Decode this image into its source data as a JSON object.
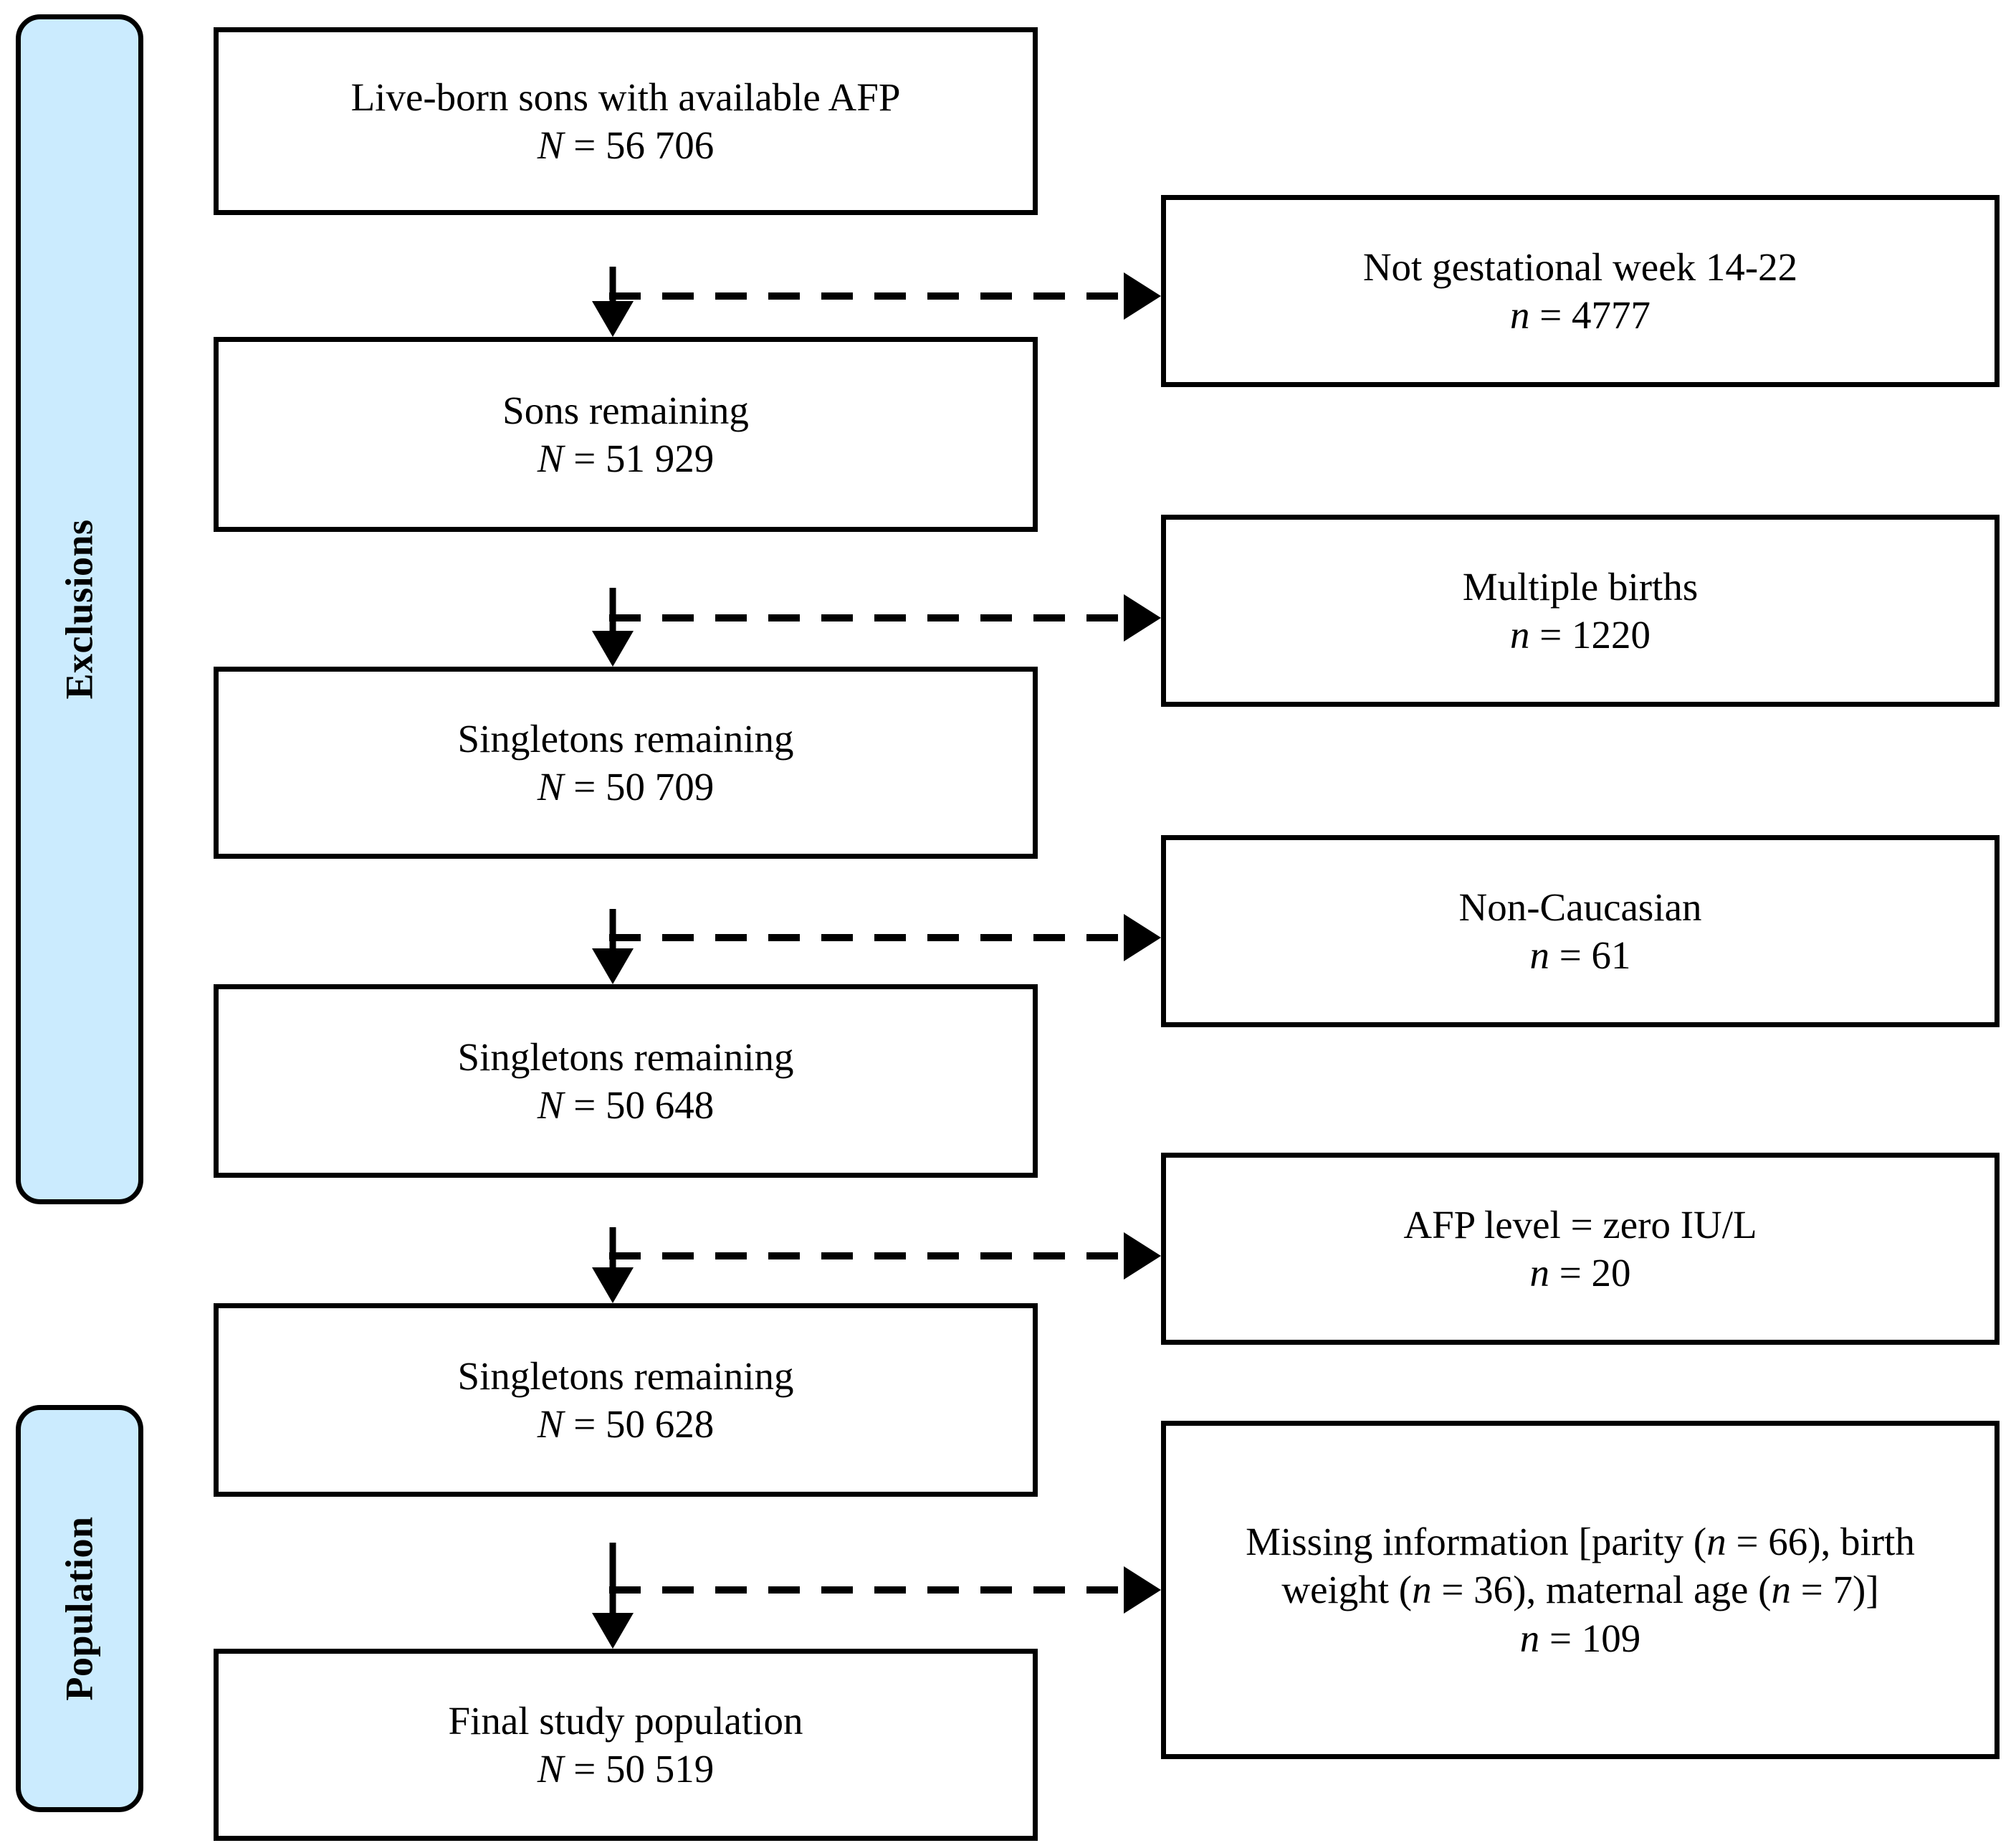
{
  "figure": {
    "kind": "study-flow-diagram",
    "accent_color": "#cbebfe",
    "line_color": "#000000",
    "background_color": "#ffffff"
  },
  "side_categories": [
    {
      "label": "Exclusions"
    },
    {
      "label": "Population"
    }
  ],
  "flow_nodes": [
    {
      "id": "node-live-born",
      "title": "Live-born sons with available AFP",
      "count_symbol": "N",
      "count_value": "56 706",
      "count_text": "N = 56 706"
    },
    {
      "id": "node-sons-remaining",
      "title": "Sons remaining",
      "count_symbol": "N",
      "count_value": "51 929",
      "count_text": "N = 51 929"
    },
    {
      "id": "node-singletons-1",
      "title": "Singletons remaining",
      "count_symbol": "N",
      "count_value": "50 709",
      "count_text": "N = 50 709"
    },
    {
      "id": "node-singletons-2",
      "title": "Singletons remaining",
      "count_symbol": "N",
      "count_value": "50 648",
      "count_text": "N = 50 648"
    },
    {
      "id": "node-singletons-3",
      "title": "Singletons remaining",
      "count_symbol": "N",
      "count_value": "50 628",
      "count_text": "N = 50 628"
    },
    {
      "id": "node-final-population",
      "title": "Final study population",
      "count_symbol": "N",
      "count_value": "50 519",
      "count_text": "N = 50 519"
    }
  ],
  "exclusion_nodes": [
    {
      "id": "excl-gestational-week",
      "title": "Not gestational week 14-22",
      "count_symbol": "n",
      "count_value": "4777",
      "count_text": "n = 4777"
    },
    {
      "id": "excl-multiple-births",
      "title": "Multiple births",
      "count_symbol": "n",
      "count_value": "1220",
      "count_text": "n = 1220"
    },
    {
      "id": "excl-non-caucasian",
      "title": "Non-Caucasian",
      "count_symbol": "n",
      "count_value": "61",
      "count_text": "n = 61"
    },
    {
      "id": "excl-afp-zero",
      "title": "AFP level = zero IU/L",
      "count_symbol": "n",
      "count_value": "20",
      "count_text": "n = 20"
    },
    {
      "id": "excl-missing-info",
      "title": "Missing information [parity (n = 66), birth weight (n = 36), maternal age (n = 7)]",
      "title_part_1": "Missing information [parity (",
      "title_part_2": " = 66), birth weight (",
      "title_part_3": " = 36), maternal",
      "title_part_4": "age (",
      "title_part_5": " = 7)]",
      "count_symbol": "n",
      "count_value": "109",
      "count_text": "n = 109"
    }
  ]
}
